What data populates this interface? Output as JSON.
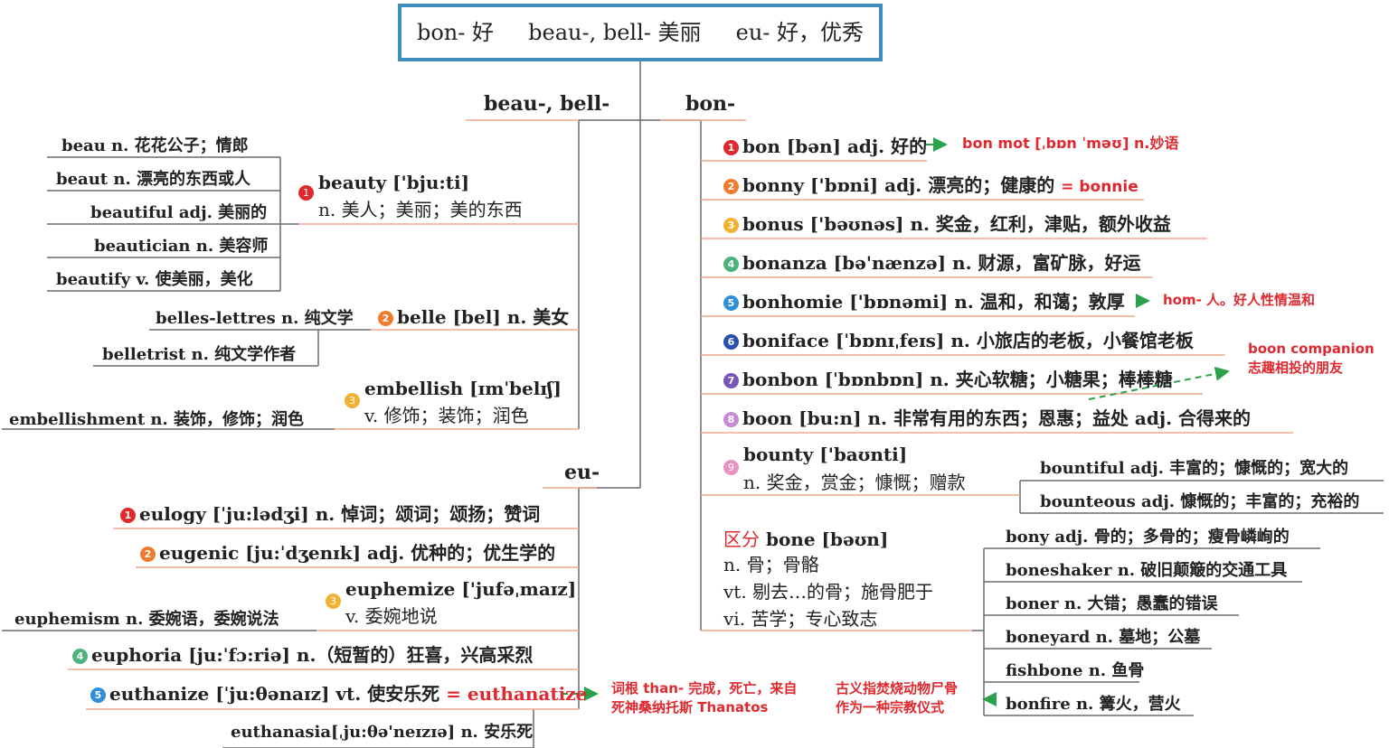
{
  "root": {
    "p1": "bon- 好",
    "p2": "beau-, bell- 美丽",
    "p3": "eu- 好，优秀"
  },
  "colors": {
    "box_border": "#3d8bbf",
    "accent_red": "#e0292f",
    "line_grey": "#6a6a6a",
    "underline_orange": "#f2a98e",
    "arrow_green": "#2aa14a"
  },
  "beau": {
    "header": "beau-, bell-",
    "beauty": {
      "num": "1",
      "word": "beauty ['bju:ti]",
      "def": "n. 美人；美丽；美的东西"
    },
    "beauty_children": [
      "beau n. 花花公子；情郎",
      "beaut n. 漂亮的东西或人",
      "beautiful adj. 美丽的",
      "beautician n. 美容师",
      "beautify v. 使美丽，美化"
    ],
    "belle": {
      "num": "2",
      "word": "belle [bel] n. 美女"
    },
    "belle_children": [
      "belles-lettres n. 纯文学",
      "belletrist n. 纯文学作者"
    ],
    "embellish": {
      "num": "3",
      "word": "embellish [ɪmˈbelɪʃ]",
      "def": "v. 修饰；装饰；润色"
    },
    "embellish_child": "embellishment n. 装饰，修饰；润色"
  },
  "eu": {
    "header": "eu-",
    "eulogy": {
      "num": "1",
      "text": "eulogy [ˈju:lədʒi] n. 悼词；颂词；颂扬；赞词"
    },
    "eugenic": {
      "num": "2",
      "text": "eugenic [ju:ˈdʒenɪk] adj. 优种的；优生学的"
    },
    "euphemize": {
      "num": "3",
      "word": "euphemize ['jufəˌmaɪz]",
      "def": "v. 委婉地说"
    },
    "euphemism": "euphemism n. 委婉语，委婉说法",
    "euphoria": {
      "num": "4",
      "text": "euphoria [ju:ˈfɔ:riə] n.（短暂的）狂喜，兴高采烈"
    },
    "euthanize": {
      "num": "5",
      "text": "euthanize [ˈju:θənaɪz] vt. 使安乐死",
      "eq": "= euthanatize"
    },
    "euthanasia": "euthanasia[ˌju:θə'neɪzɪə] n. 安乐死",
    "than_note": [
      "词根 than- 完成，死亡，来自",
      "死神桑纳托斯 Thanatos"
    ]
  },
  "bon": {
    "header": "bon-",
    "items": [
      {
        "num": "1",
        "text": "bon [bən] adj. 好的"
      },
      {
        "num": "2",
        "text": "bonny ['bɒni] adj. 漂亮的；健康的"
      },
      {
        "num": "3",
        "text": "bonus ['bəʊnəs] n. 奖金，红利，津贴，额外收益"
      },
      {
        "num": "4",
        "text": "bonanza [bə'nænzə] n. 财源，富矿脉，好运"
      },
      {
        "num": "5",
        "text": "bonhomie ['bɒnəmi] n. 温和，和蔼；敦厚"
      },
      {
        "num": "6",
        "text": "boniface [ˈbɒnɪˌfeɪs] n. 小旅店的老板，小餐馆老板"
      },
      {
        "num": "7",
        "text": "bonbon [ˈbɒnbɒn] n. 夹心软糖；小糖果；棒棒糖"
      },
      {
        "num": "8",
        "text": "boon [bu:n] n. 非常有用的东西；恩惠；益处 adj. 合得来的"
      }
    ],
    "bon_mot": "bon mot [ˌbɒn ˈməʊ] n.妙语",
    "bonnie": "= bonnie",
    "hom_note": "hom- 人。好人性情温和",
    "boon_note": [
      "boon companion",
      "志趣相投的朋友"
    ],
    "bounty": {
      "num": "9",
      "word": "bounty ['baʊnti]",
      "def": "n. 奖金，赏金；慷慨；赠款"
    },
    "bounty_children": [
      "bountiful adj. 丰富的；慷慨的；宽大的",
      "bounteous adj. 慷慨的；丰富的；充裕的"
    ],
    "bone": {
      "label": "区分",
      "word": "bone [bəʊn]",
      "defs": [
        "n. 骨；骨骼",
        "vt. 剔去…的骨；施骨肥于",
        "vi. 苦学；专心致志"
      ]
    },
    "bone_children": [
      "bony adj. 骨的；多骨的；瘦骨嶙峋的",
      "boneshaker n. 破旧颠簸的交通工具",
      "boner n. 大错；愚蠢的错误",
      "boneyard n. 墓地；公墓",
      "fishbone n. 鱼骨",
      "bonfire n. 篝火，营火"
    ],
    "bonfire_note": [
      "古义指焚烧动物尸骨",
      "作为一种宗教仪式"
    ]
  }
}
